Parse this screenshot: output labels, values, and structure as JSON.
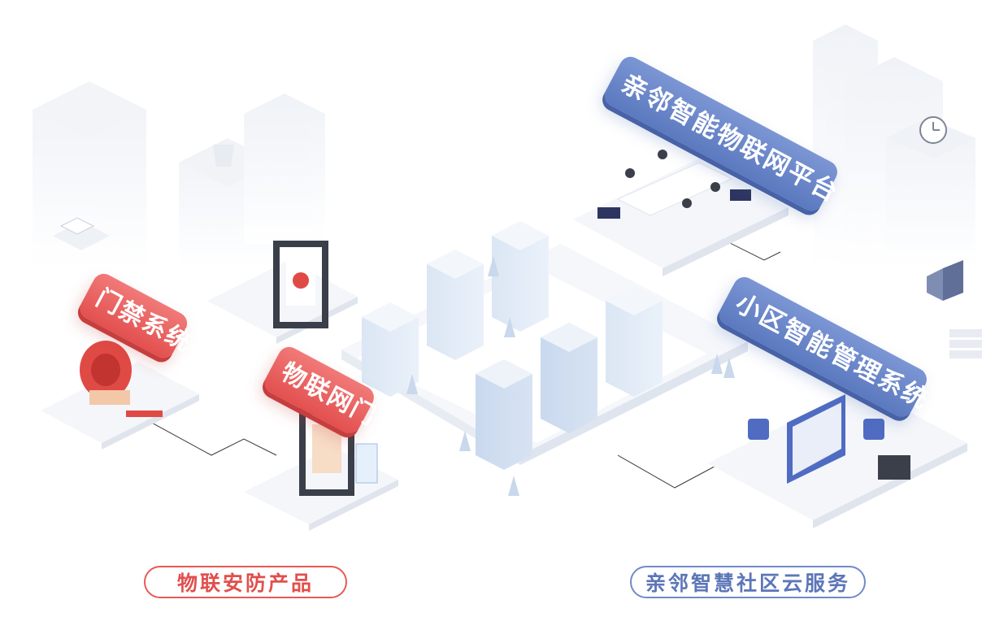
{
  "labels": {
    "access_control": "门禁系统",
    "iot_gate": "物联网门",
    "iot_platform": "亲邻智能物联网平台",
    "community_mgmt": "小区智能管理系统"
  },
  "footer": {
    "left_pill": "物联安防产品",
    "right_pill": "亲邻智慧社区云服务"
  },
  "icons": [
    "clock-icon",
    "shopping-bag-icon",
    "server-rack-icon",
    "phone-icon",
    "cup-icon",
    "qr-gate-icon",
    "face-scan-icon",
    "lightbulb-icon",
    "gear-icon"
  ],
  "colors": {
    "red_accent": "#e2504f",
    "blue_accent": "#5b79bf",
    "building_light": "#e3ecf7",
    "platform": "#f3f5f9"
  }
}
